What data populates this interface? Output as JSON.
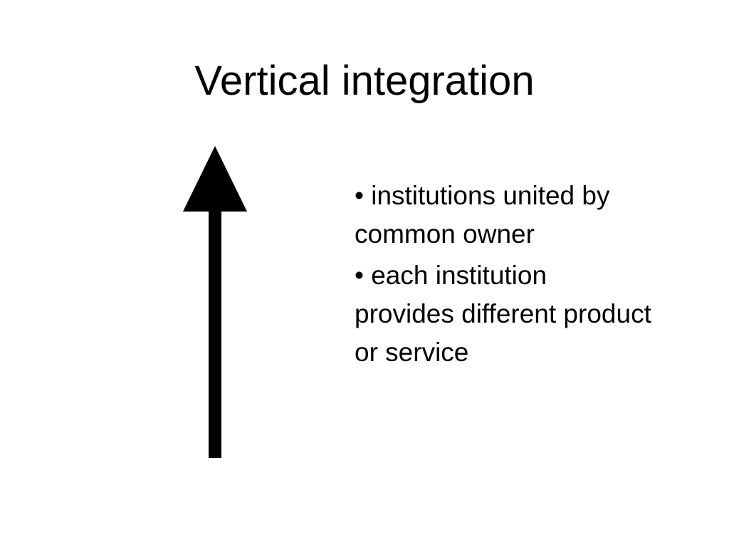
{
  "slide": {
    "title": "Vertical integration",
    "bullets": [
      "• institutions united by common owner",
      "• each institution provides different product or service"
    ],
    "arrow_icon": "arrow-up-icon"
  },
  "colors": {
    "background": "#ffffff",
    "text": "#000000",
    "arrow": "#000000"
  }
}
